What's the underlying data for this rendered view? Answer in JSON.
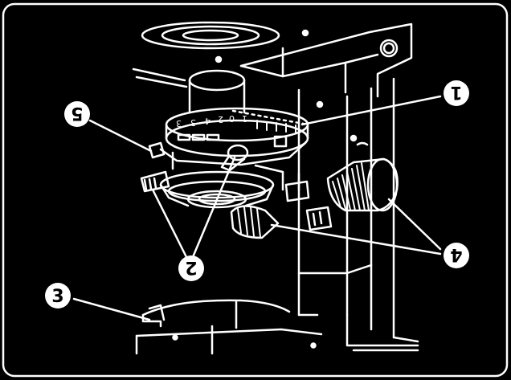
{
  "callouts": [
    {
      "id": "1",
      "label": "1"
    },
    {
      "id": "2",
      "label": "2"
    },
    {
      "id": "3",
      "label": "3"
    },
    {
      "id": "4",
      "label": "4"
    },
    {
      "id": "5",
      "label": "5"
    }
  ],
  "scale": {
    "marks": [
      "3",
      "3",
      "4",
      "2",
      "0",
      "1"
    ]
  },
  "colors": {
    "background": "#000000",
    "line": "#ffffff"
  }
}
